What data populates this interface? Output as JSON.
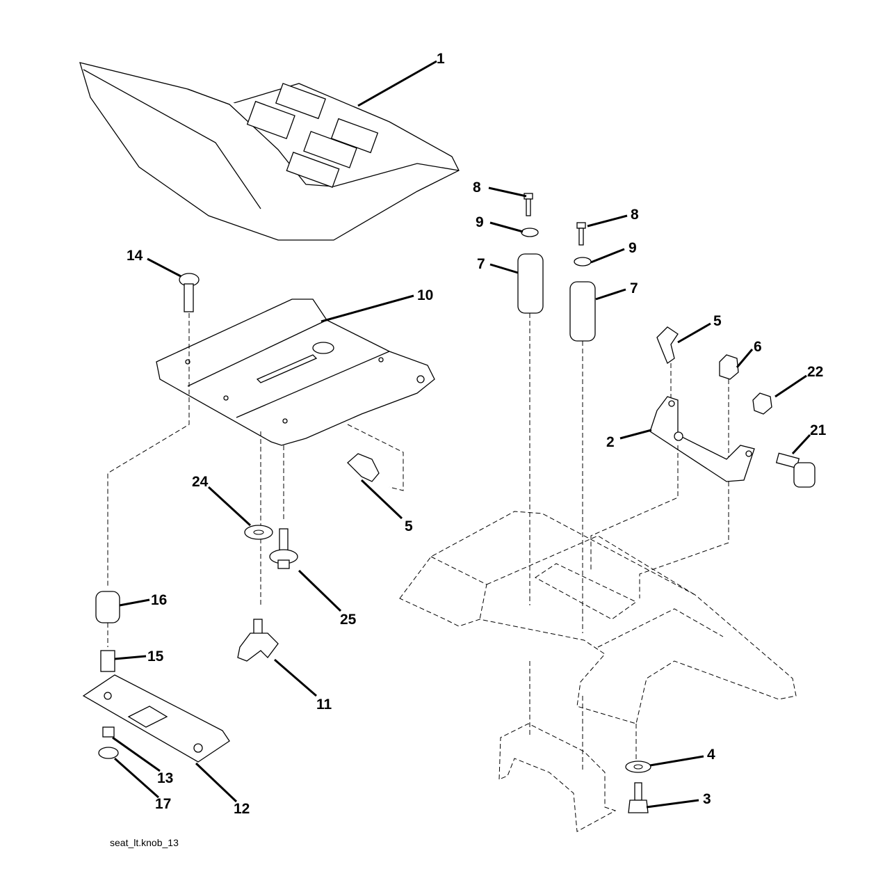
{
  "caption": "seat_lt.knob_13",
  "callouts": [
    {
      "id": "c1",
      "label": "1"
    },
    {
      "id": "c8a",
      "label": "8"
    },
    {
      "id": "c9a",
      "label": "9"
    },
    {
      "id": "c7a",
      "label": "7"
    },
    {
      "id": "c8b",
      "label": "8"
    },
    {
      "id": "c9b",
      "label": "9"
    },
    {
      "id": "c7b",
      "label": "7"
    },
    {
      "id": "c14",
      "label": "14"
    },
    {
      "id": "c10",
      "label": "10"
    },
    {
      "id": "c5a",
      "label": "5"
    },
    {
      "id": "c6",
      "label": "6"
    },
    {
      "id": "c22",
      "label": "22"
    },
    {
      "id": "c21",
      "label": "21"
    },
    {
      "id": "c2",
      "label": "2"
    },
    {
      "id": "c5b",
      "label": "5"
    },
    {
      "id": "c24",
      "label": "24"
    },
    {
      "id": "c25",
      "label": "25"
    },
    {
      "id": "c16",
      "label": "16"
    },
    {
      "id": "c15",
      "label": "15"
    },
    {
      "id": "c11",
      "label": "11"
    },
    {
      "id": "c13",
      "label": "13"
    },
    {
      "id": "c17",
      "label": "17"
    },
    {
      "id": "c12",
      "label": "12"
    },
    {
      "id": "c4",
      "label": "4"
    },
    {
      "id": "c3",
      "label": "3"
    }
  ]
}
